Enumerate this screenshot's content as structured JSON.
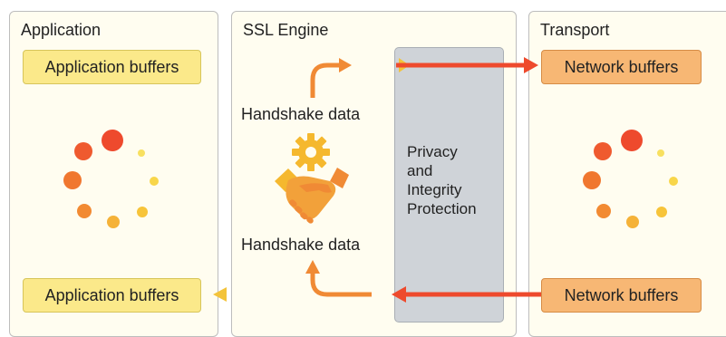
{
  "panels": {
    "application": {
      "title": "Application"
    },
    "ssl_engine": {
      "title": "SSL Engine"
    },
    "transport": {
      "title": "Transport"
    }
  },
  "buffers": {
    "app_top": "Application buffers",
    "app_bottom": "Application buffers",
    "net_top": "Network buffers",
    "net_bottom": "Network buffers"
  },
  "handshake": {
    "top_label": "Handshake data",
    "bottom_label": "Handshake data"
  },
  "protection": {
    "lines": [
      "Privacy",
      "and",
      "Integrity",
      "Protection"
    ]
  },
  "icons": {
    "spinner_left": "loading-spinner-icon",
    "spinner_right": "loading-spinner-icon",
    "gear": "gear-icon",
    "handshake": "handshake-icon"
  },
  "colors": {
    "panel_bg": "#fffdf0",
    "app_buffer": "#fbe98a",
    "net_buffer": "#f7b774",
    "arrow_yellow": "#f3c33a",
    "arrow_orange": "#f08a35",
    "arrow_red": "#ee4a2d",
    "protection_box": "#cfd3d8"
  }
}
